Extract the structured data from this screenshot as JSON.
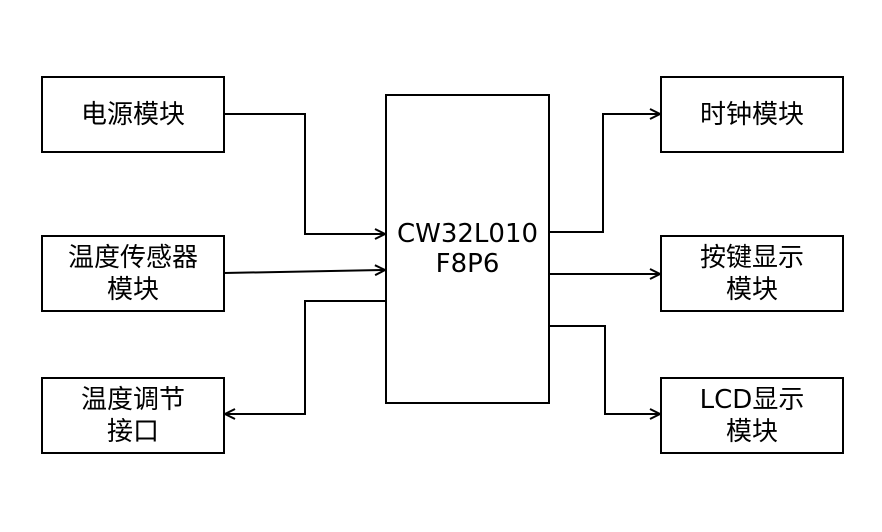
{
  "diagram": {
    "mcu": {
      "line1": "CW32L010",
      "line2": "F8P6"
    },
    "power": {
      "label": "电源模块"
    },
    "temp_sensor": {
      "line1": "温度传感器",
      "line2": "模块"
    },
    "temp_adjust": {
      "line1": "温度调节",
      "line2": "接口"
    },
    "clock": {
      "label": "时钟模块"
    },
    "key_display": {
      "line1": "按键显示",
      "line2": "模块"
    },
    "lcd_display": {
      "line1": "LCD显示",
      "line2": "模块"
    },
    "colors": {
      "stroke": "#000000",
      "background": "#ffffff"
    }
  }
}
